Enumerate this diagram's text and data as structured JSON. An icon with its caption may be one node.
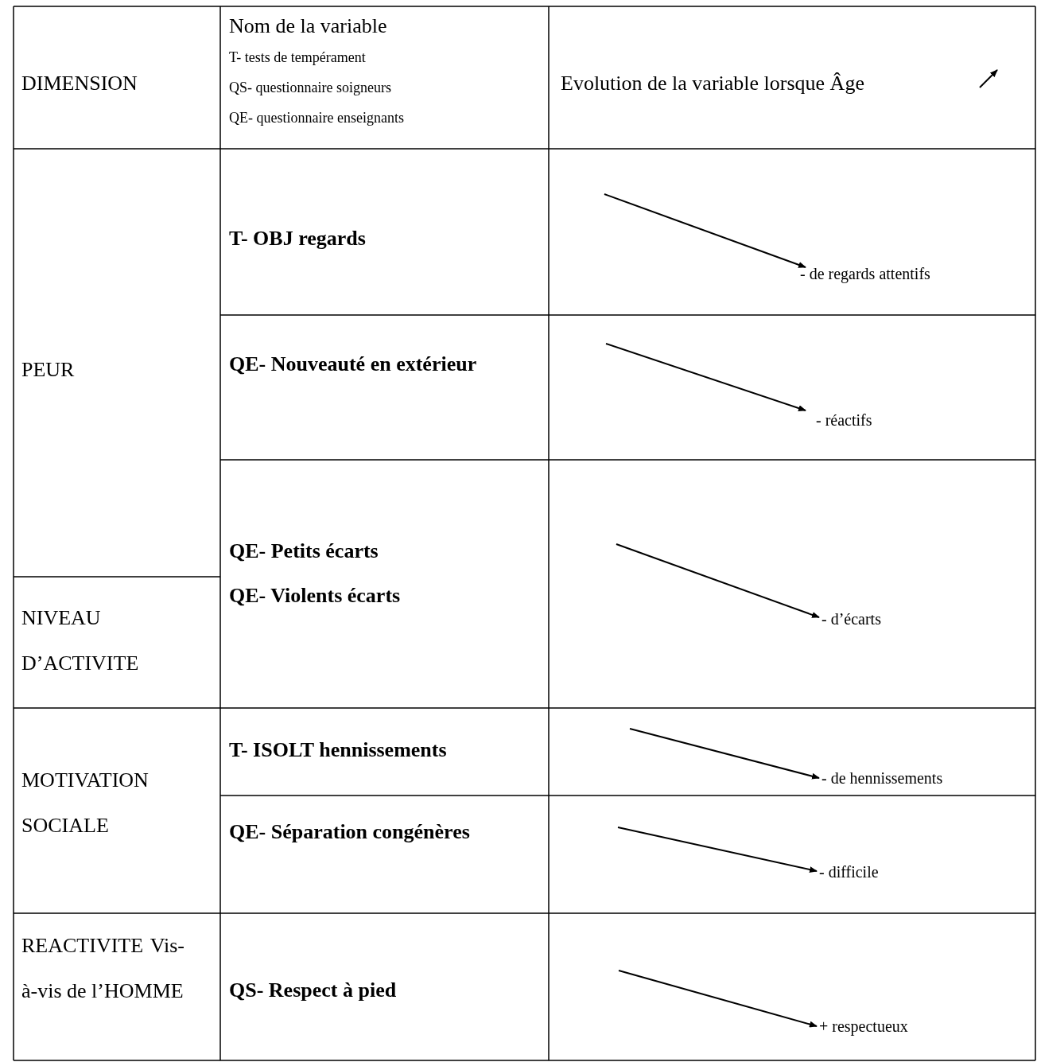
{
  "diagram": {
    "labels": [
      "DIMENSION",
      "Nom de la variable",
      "T- tests de tempérament",
      "QS- questionnaire soigneurs",
      "QE- questionnaire enseignants",
      "Evolution de la variable lorsque Âge",
      "PEUR",
      "T- OBJ regards",
      "- de regards attentifs",
      "QE- Nouveauté en extérieur",
      "- réactifs",
      "QE- Petits écarts",
      "QE- Violents écarts",
      "NIVEAU D’ACTIVITE",
      "- d’écarts",
      "MOTIVATION SOCIALE",
      "T- ISOLT hennissements",
      "- de hennissements",
      "QE- Séparation congénères",
      "- difficile",
      "REACTIVITE Vis-à-vis de l’HOMME",
      "QS- Respect à pied",
      "+ respectueux"
    ]
  }
}
